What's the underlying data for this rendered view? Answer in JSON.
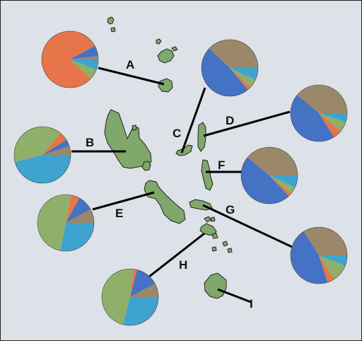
{
  "colors": {
    "ocean": "#dde1e8",
    "land": "#7fa86a",
    "slice_colors": [
      "#9b8868",
      "#4472c4",
      "#e8744a",
      "#8fb069",
      "#3ea3cf"
    ]
  },
  "regions": [
    {
      "id": "A",
      "label": "A",
      "pie": [
        0.02,
        0.06,
        0.8,
        0.06,
        0.06
      ]
    },
    {
      "id": "B",
      "label": "B",
      "pie": [
        0.05,
        0.04,
        0.05,
        0.4,
        0.46
      ]
    },
    {
      "id": "C",
      "label": "C",
      "pie": [
        0.38,
        0.48,
        0.02,
        0.05,
        0.07
      ]
    },
    {
      "id": "D",
      "label": "D",
      "pie": [
        0.39,
        0.45,
        0.05,
        0.06,
        0.05
      ]
    },
    {
      "id": "E",
      "label": "E",
      "pie": [
        0.08,
        0.09,
        0.05,
        0.5,
        0.28
      ]
    },
    {
      "id": "F",
      "label": "F",
      "pie": [
        0.39,
        0.48,
        0.02,
        0.04,
        0.07
      ]
    },
    {
      "id": "G",
      "label": "G",
      "pie": [
        0.34,
        0.46,
        0.04,
        0.1,
        0.06
      ]
    },
    {
      "id": "H",
      "label": "H",
      "pie": [
        0.08,
        0.13,
        0.02,
        0.48,
        0.29
      ]
    },
    {
      "id": "I",
      "label": "I",
      "pie": []
    }
  ]
}
